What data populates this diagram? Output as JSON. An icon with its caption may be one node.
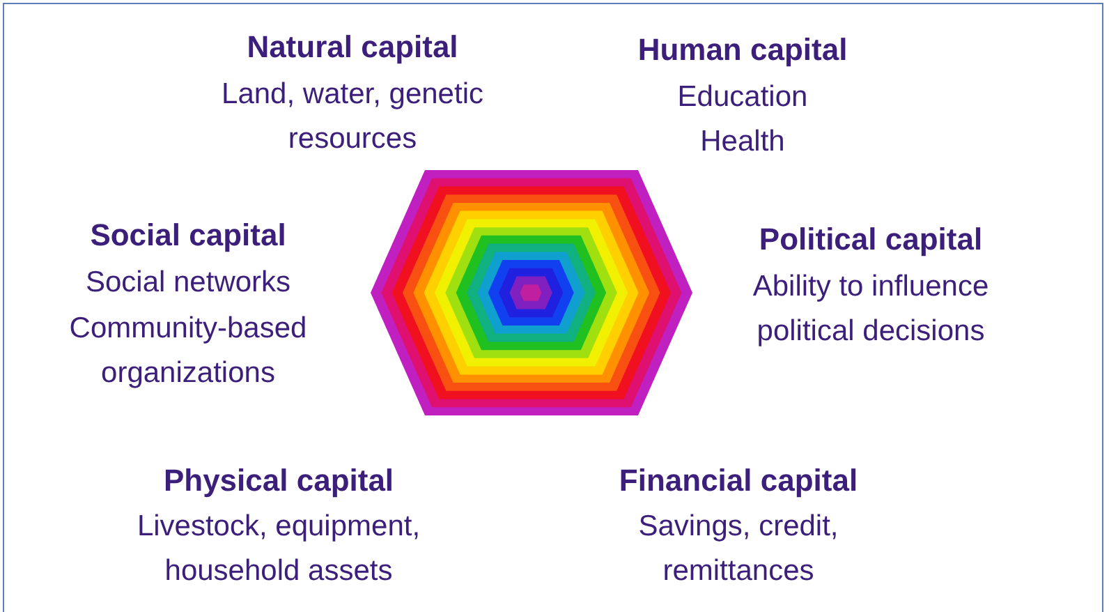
{
  "diagram": {
    "labels": [
      "Natural capital",
      "Land, water, genetic resources",
      "Human capital",
      "Education",
      "Health",
      "Social capital",
      "Social networks",
      "Community-based organizations",
      "Political capital",
      "Ability to influence political decisions",
      "Physical capital",
      "Livestock, equipment, household assets",
      "Financial capital",
      "Savings, credit, remittances"
    ]
  }
}
